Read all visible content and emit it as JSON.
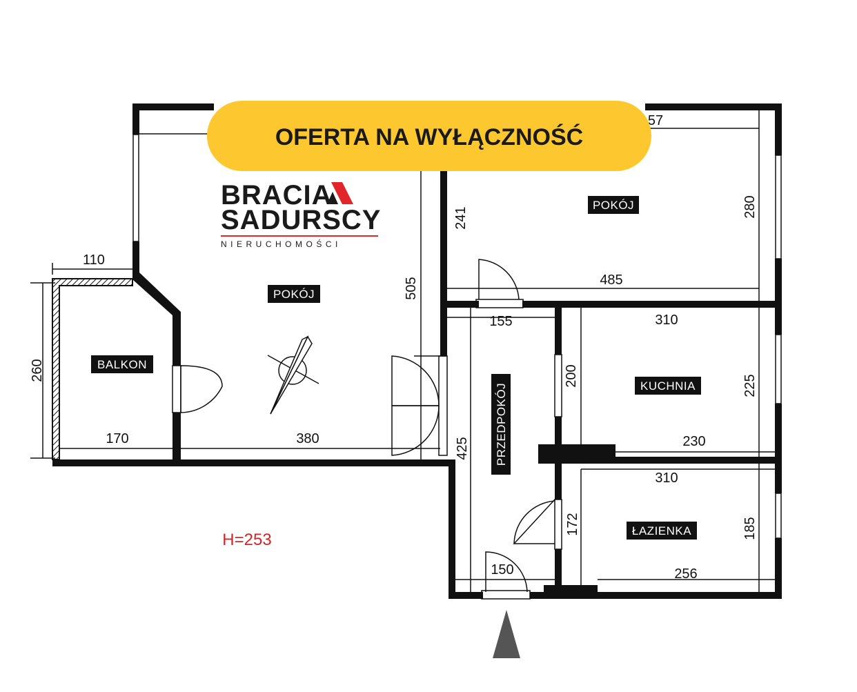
{
  "banner": {
    "text": "OFERTA NA WYŁĄCZNOŚĆ",
    "color": "#FDC82F"
  },
  "logo": {
    "line1": "BRACIA",
    "line2": "SADURSCY",
    "tagline": "NIERUCHOMOŚCI",
    "text_color": "#1a1a1a",
    "accent_color": "#E0262B"
  },
  "rooms": {
    "balkon": "BALKON",
    "pokoj_large": "POKÓJ",
    "pokoj_small": "POKÓJ",
    "przedpokoj": "PRZEDPOKÓJ",
    "kuchnia": "KUCHNIA",
    "lazienka": "ŁAZIENKA"
  },
  "dimensions": {
    "balkon_width_top": "110",
    "balkon_height": "260",
    "balkon_width_bottom": "170",
    "pokoj_large_width": "380",
    "pokoj_large_height": "505",
    "pokoj_small_top": "57",
    "pokoj_small_left": "241",
    "pokoj_small_right": "280",
    "pokoj_small_width": "485",
    "hall_top": "155",
    "kuchnia_top": "310",
    "kuchnia_left": "200",
    "kuchnia_right": "225",
    "kuchnia_bottom": "230",
    "hall_height": "425",
    "lazienka_top": "310",
    "lazienka_left": "172",
    "lazienka_right": "185",
    "lazienka_bottom": "256",
    "hall_bottom": "150"
  },
  "height_note": {
    "text": "H=253",
    "color": "#D0262B"
  },
  "entrance_arrow": {
    "icon": "entrance-arrow-icon",
    "color": "#555555"
  }
}
